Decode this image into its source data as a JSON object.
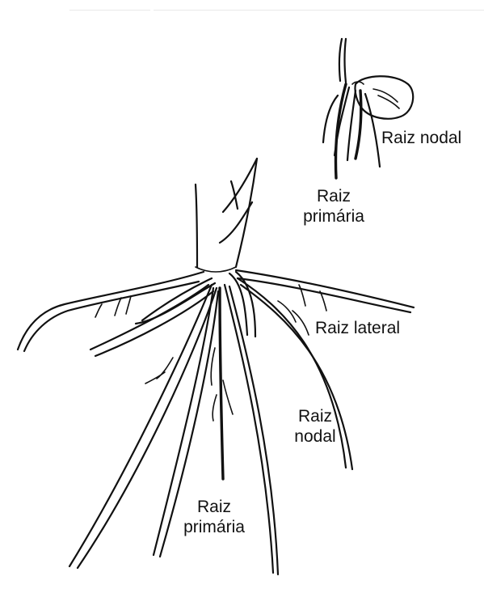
{
  "labels": {
    "seedling_nodal": "Raiz nodal",
    "seedling_primary": [
      "Raiz",
      "primária"
    ],
    "lateral": "Raiz lateral",
    "mature_nodal": [
      "Raiz",
      "nodal"
    ],
    "mature_primary": [
      "Raiz",
      "primária"
    ]
  },
  "colors": {
    "ink": "#111111",
    "background": "#ffffff"
  }
}
